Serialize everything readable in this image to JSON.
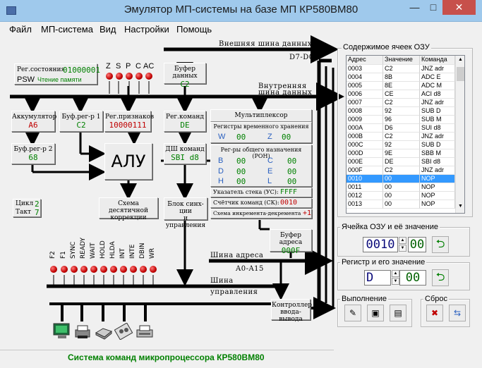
{
  "window": {
    "title": "Эмулятор МП-системы на базе МП КР580ВМ80",
    "controls": [
      "—",
      "□",
      "✕"
    ]
  },
  "menu": [
    "Файл",
    "МП-система",
    "Вид",
    "Настройки",
    "Помощь"
  ],
  "buses": {
    "external_data": "Внешняя шина данных",
    "external_data_range": "D7-D0",
    "internal_data_1": "Внутренняя",
    "internal_data_2": "шина данных",
    "address": "Шина адреса",
    "address_range": "A0-A15",
    "control_1": "Шина",
    "control_2": "управления"
  },
  "status_register": {
    "label_1": "Рег.состояния",
    "value": "01000001",
    "label_2": "PSW",
    "note": "Чтение памяти"
  },
  "flags": [
    "Z",
    "S",
    "P",
    "C",
    "AC"
  ],
  "data_buffer": {
    "label": "Буфер данных",
    "value": "C2"
  },
  "accumulator": {
    "label": "Аккумулятор",
    "value": "A6"
  },
  "buf_reg_1": {
    "label": "Буф.рег-р 1",
    "value": "C2"
  },
  "flags_register": {
    "label": "Рег.признаков",
    "value": "10000111"
  },
  "buf_reg_2": {
    "label": "Буф.рег-р 2",
    "value": "68"
  },
  "alu": {
    "label": "АЛУ"
  },
  "cycle": {
    "label": "Цикл",
    "value": "2"
  },
  "tact": {
    "label": "Такт",
    "value": "7"
  },
  "decimal_correction": {
    "label_1": "Схема десятичной",
    "label_2": "коррекции"
  },
  "command_register": {
    "label": "Рег.команд",
    "value": "DE"
  },
  "decoder": {
    "label": "ДШ команд",
    "value": "SBI d8"
  },
  "sync_block": {
    "label_1": "Блок синх-ции",
    "label_2": "и управления"
  },
  "multiplexer": {
    "label": "Мультиплексор",
    "temp_label": "Регистры временного хранения",
    "temp_regs": [
      {
        "name": "W",
        "value": "00"
      },
      {
        "name": "Z",
        "value": "00"
      }
    ],
    "gp_label": "Рег-ры общего назначения (РОН)",
    "gp_regs": [
      {
        "name": "B",
        "value": "00"
      },
      {
        "name": "C",
        "value": "00"
      },
      {
        "name": "D",
        "value": "00"
      },
      {
        "name": "E",
        "value": "00"
      },
      {
        "name": "H",
        "value": "00"
      },
      {
        "name": "L",
        "value": "00"
      }
    ],
    "sp_label": "Указатель стека (УС):",
    "sp_value": "FFFF",
    "pc_label": "Счётчик команд (СК):",
    "pc_value": "0010",
    "incdec_label": "Схема инкремента-декремента",
    "incdec_value": "+1"
  },
  "address_buffer": {
    "label": "Буфер адреса",
    "value": "000F"
  },
  "io_controller": {
    "label_1": "Контроллер",
    "label_2": "ввода-вывода"
  },
  "control_signals": [
    "F2",
    "F1",
    "SYNC",
    "READY",
    "WAIT",
    "HOLD",
    "HLDA",
    "INT",
    "INTE",
    "DBIN",
    "WR"
  ],
  "devices": [
    "monitor-icon",
    "printer-icon",
    "disk-drive-icon",
    "tape-icon",
    "printer2-icon"
  ],
  "statusbar": "Система команд микропроцессора КР580ВМ80",
  "memory": {
    "title": "Содержимое ячеек ОЗУ",
    "columns": [
      "Адрес",
      "Значение",
      "Команда"
    ],
    "rows": [
      [
        "0003",
        "C2",
        "JNZ adr"
      ],
      [
        "0004",
        "8B",
        "ADC E"
      ],
      [
        "0005",
        "8E",
        "ADC M"
      ],
      [
        "0006",
        "CE",
        "ACI d8"
      ],
      [
        "0007",
        "C2",
        "JNZ adr"
      ],
      [
        "0008",
        "92",
        "SUB D"
      ],
      [
        "0009",
        "96",
        "SUB M"
      ],
      [
        "000A",
        "D6",
        "SUI d8"
      ],
      [
        "000B",
        "C2",
        "JNZ adr"
      ],
      [
        "000C",
        "92",
        "SUB D"
      ],
      [
        "000D",
        "9E",
        "SBB M"
      ],
      [
        "000E",
        "DE",
        "SBI d8"
      ],
      [
        "000F",
        "C2",
        "JNZ adr"
      ],
      [
        "0010",
        "00",
        "NOP"
      ],
      [
        "0011",
        "00",
        "NOP"
      ],
      [
        "0012",
        "00",
        "NOP"
      ],
      [
        "0013",
        "00",
        "NOP"
      ]
    ],
    "selected_index": 13
  },
  "mem_cell": {
    "title": "Ячейка ОЗУ и её значение",
    "address": "0010",
    "value": "00"
  },
  "register_edit": {
    "title": "Регистр и его значение",
    "register": "D",
    "value": "00"
  },
  "execution": {
    "title": "Выполнение"
  },
  "reset": {
    "title": "Сброс"
  }
}
